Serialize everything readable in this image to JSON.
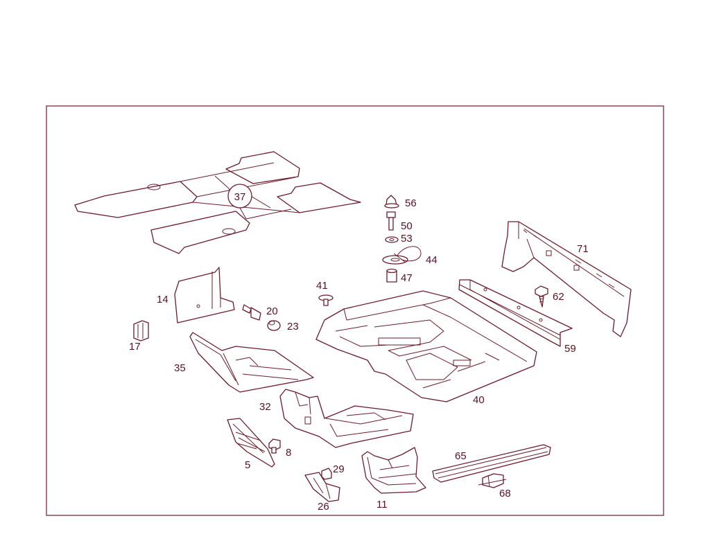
{
  "diagram": {
    "line_color": "#6b1a2c",
    "label_color": "#5a0f22",
    "background": "#ffffff",
    "parts": [
      {
        "id": "p37",
        "number": "37",
        "circled": true
      },
      {
        "id": "p56",
        "number": "56"
      },
      {
        "id": "p50",
        "number": "50"
      },
      {
        "id": "p53",
        "number": "53"
      },
      {
        "id": "p44",
        "number": "44"
      },
      {
        "id": "p47",
        "number": "47"
      },
      {
        "id": "p71",
        "number": "71"
      },
      {
        "id": "p14",
        "number": "14"
      },
      {
        "id": "p41",
        "number": "41"
      },
      {
        "id": "p20",
        "number": "20"
      },
      {
        "id": "p23",
        "number": "23"
      },
      {
        "id": "p62",
        "number": "62"
      },
      {
        "id": "p17",
        "number": "17"
      },
      {
        "id": "p59",
        "number": "59"
      },
      {
        "id": "p35",
        "number": "35"
      },
      {
        "id": "p40",
        "number": "40"
      },
      {
        "id": "p32",
        "number": "32"
      },
      {
        "id": "p65",
        "number": "65"
      },
      {
        "id": "p8",
        "number": "8"
      },
      {
        "id": "p29",
        "number": "29"
      },
      {
        "id": "p5",
        "number": "5"
      },
      {
        "id": "p68",
        "number": "68"
      },
      {
        "id": "p26",
        "number": "26"
      },
      {
        "id": "p11",
        "number": "11"
      }
    ]
  }
}
